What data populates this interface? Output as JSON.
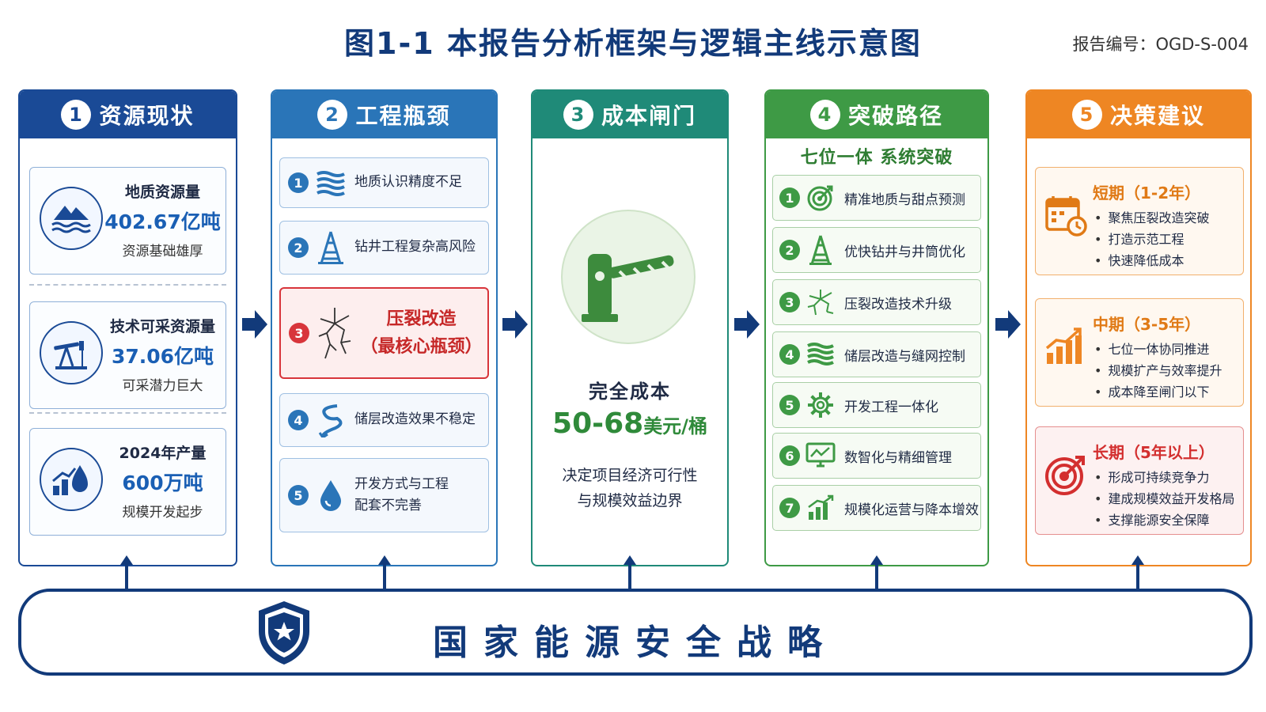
{
  "title": "图1-1  本报告分析框架与逻辑主线示意图",
  "report_no": "报告编号：OGD-S-004",
  "columns": [
    {
      "num": "1",
      "title": "资源现状",
      "color": "#1a4a96"
    },
    {
      "num": "2",
      "title": "工程瓶颈",
      "color": "#2a75b8"
    },
    {
      "num": "3",
      "title": "成本闸门",
      "color": "#1f8a78"
    },
    {
      "num": "4",
      "title": "突破路径",
      "color": "#3e9a45"
    },
    {
      "num": "5",
      "title": "决策建议",
      "color": "#ee8623"
    }
  ],
  "resources": [
    {
      "label": "地质资源量",
      "value": "402.67亿吨",
      "sub": "资源基础雄厚",
      "icon": "mountain-water-icon"
    },
    {
      "label": "技术可采资源量",
      "value": "37.06亿吨",
      "sub": "可采潜力巨大",
      "icon": "pumpjack-icon"
    },
    {
      "label": "2024年产量",
      "value": "600万吨",
      "sub": "规模开发起步",
      "icon": "growth-chart-drop-icon"
    }
  ],
  "bottlenecks": [
    {
      "num": "1",
      "text": "地质认识精度不足",
      "icon": "rock-layers-icon"
    },
    {
      "num": "2",
      "text": "钻井工程复杂高风险",
      "icon": "drilling-rig-icon"
    },
    {
      "num": "3",
      "text_line1": "压裂改造",
      "text_line2": "（最核心瓶颈）",
      "icon": "fracture-icon"
    },
    {
      "num": "4",
      "text": "储层改造效果不稳定",
      "icon": "flow-icon"
    },
    {
      "num": "5",
      "text_line1": "开发方式与工程",
      "text_line2": "配套不完善",
      "icon": "water-drop-icon"
    }
  ],
  "cost_gate": {
    "label": "完全成本",
    "value": "50-68",
    "unit": "美元/桶",
    "desc_line1": "决定项目经济可行性",
    "desc_line2": "与规模效益边界",
    "icon": "barrier-gate-icon"
  },
  "breakthrough": {
    "subtitle": "七位一体  系统突破",
    "items": [
      {
        "num": "1",
        "text": "精准地质与甜点预测",
        "icon": "target-icon"
      },
      {
        "num": "2",
        "text": "优快钻井与井筒优化",
        "icon": "drilling-rig-icon"
      },
      {
        "num": "3",
        "text": "压裂改造技术升级",
        "icon": "fracture-icon"
      },
      {
        "num": "4",
        "text": "储层改造与缝网控制",
        "icon": "rock-layers-icon"
      },
      {
        "num": "5",
        "text": "开发工程一体化",
        "icon": "gear-icon"
      },
      {
        "num": "6",
        "text": "数智化与精细管理",
        "icon": "monitor-chart-icon"
      },
      {
        "num": "7",
        "text": "规模化运营与降本增效",
        "icon": "bar-growth-icon"
      }
    ]
  },
  "decisions": [
    {
      "title": "短期（1-2年）",
      "items": [
        "聚焦压裂改造突破",
        "打造示范工程",
        "快速降低成本"
      ],
      "icon": "calendar-clock-icon"
    },
    {
      "title": "中期（3-5年）",
      "items": [
        "七位一体协同推进",
        "规模扩产与效率提升",
        "成本降至闸门以下"
      ],
      "icon": "growth-bars-icon"
    },
    {
      "title": "长期（5年以上）",
      "items": [
        "形成可持续竞争力",
        "建成规模效益开发格局",
        "支撑能源安全保障"
      ],
      "icon": "target-arrow-icon"
    }
  ],
  "base": {
    "text": "国家能源安全战略",
    "icon": "shield-star-icon"
  }
}
